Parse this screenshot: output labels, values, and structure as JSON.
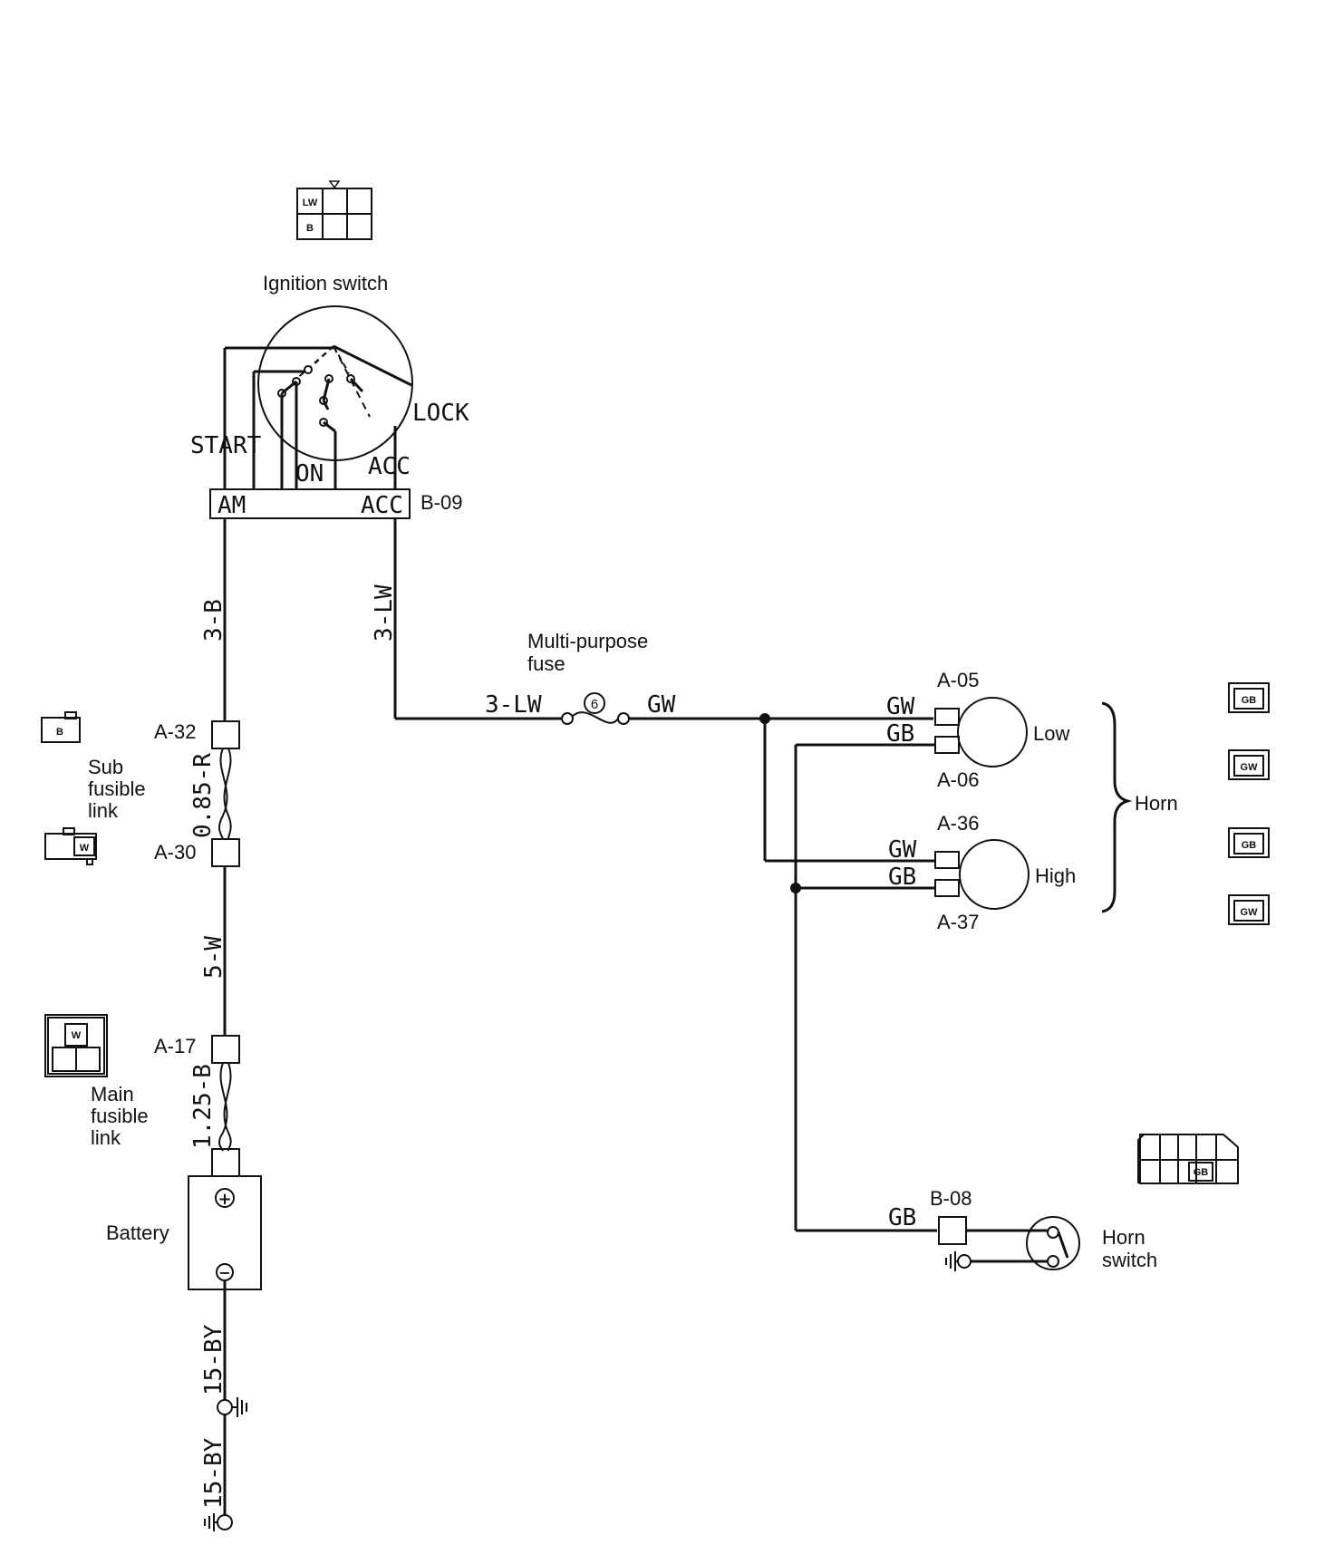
{
  "components": {
    "ignition_switch": "Ignition switch",
    "multi_purpose_fuse": [
      "Multi-purpose",
      "fuse"
    ],
    "fuse_number": "6",
    "sub_fusible_link": [
      "Sub",
      "fusible",
      "link"
    ],
    "main_fusible_link": [
      "Main",
      "fusible",
      "link"
    ],
    "battery": "Battery",
    "horn": "Horn",
    "horn_low": "Low",
    "horn_high": "High",
    "horn_switch": [
      "Horn",
      "switch"
    ]
  },
  "switch_positions": {
    "start": "START",
    "on": "ON",
    "acc": "ACC",
    "lock": "LOCK",
    "terminal_am": "AM",
    "terminal_acc": "ACC"
  },
  "connectors": {
    "b09": "B-09",
    "a32": "A-32",
    "a30": "A-30",
    "a17": "A-17",
    "a05": "A-05",
    "a06": "A-06",
    "a36": "A-36",
    "a37": "A-37",
    "b08": "B-08"
  },
  "wires": {
    "w_3b": "3-B",
    "w_3lw_vert": "3-LW",
    "w_3lw_horiz": "3-LW",
    "w_gw_fuse": "GW",
    "w_085r": "0.85-R",
    "w_5w": "5-W",
    "w_125b": "1.25-B",
    "w_15by_a": "15-BY",
    "w_15by_b": "15-BY",
    "w_gw_low": "GW",
    "w_gb_low": "GB",
    "w_gw_high": "GW",
    "w_gb_high": "GB",
    "w_gb_switch": "GB"
  },
  "connector_icons": {
    "ign_lw": "LW",
    "ign_b": "B",
    "sub_b": "B",
    "sub_w": "W",
    "main_w": "W",
    "horn_gb1": "GB",
    "horn_gw1": "GW",
    "horn_gb2": "GB",
    "horn_gw2": "GW",
    "sw_gb": "GB"
  },
  "terminals": {
    "plus": "+",
    "minus": "−"
  }
}
